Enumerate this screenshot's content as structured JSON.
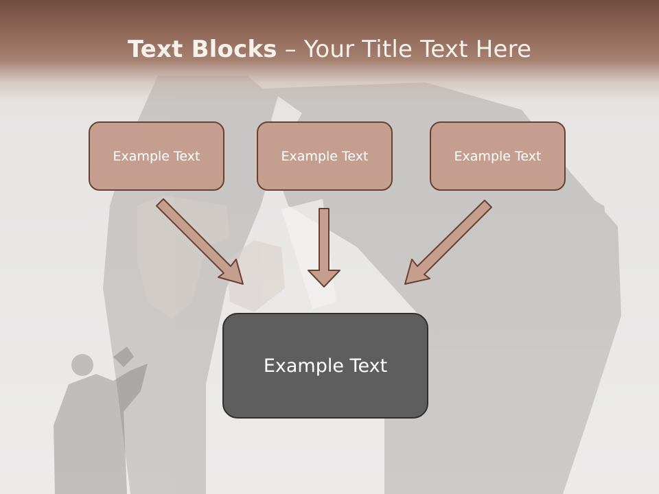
{
  "slide": {
    "title_bold": "Text Blocks",
    "title_rest": " – Your Title Text Here"
  },
  "boxes": {
    "left": "Example Text",
    "middle": "Example Text",
    "right": "Example Text",
    "center": "Example Text"
  },
  "colors": {
    "title_bar": "#8f6757",
    "box_fill": "#c49e8f",
    "box_border": "#6a3f30",
    "center_fill": "#5e5e5e",
    "arrow_fill": "#c49e8f"
  }
}
